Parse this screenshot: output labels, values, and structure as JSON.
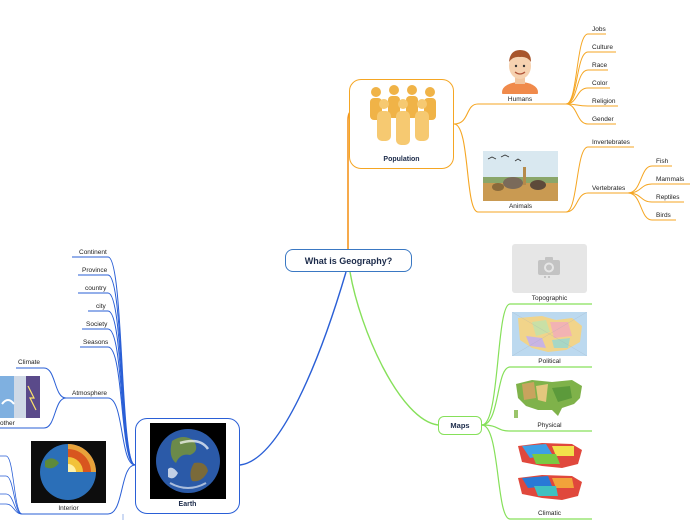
{
  "root": {
    "label": "What is Geography?"
  },
  "population": {
    "label": "Population",
    "humans": {
      "label": "Humans",
      "items": [
        "Jobs",
        "Culture",
        "Race",
        "Color",
        "Religion",
        "Gender"
      ]
    },
    "animals": {
      "label": "Animals",
      "invertebrates": "Invertebrates",
      "vertebrates": {
        "label": "Vertebrates",
        "items": [
          "Fish",
          "Mammals",
          "Reptiles",
          "Birds"
        ]
      }
    }
  },
  "maps": {
    "label": "Maps",
    "items": [
      "Topographic",
      "Political",
      "Physical",
      "Climatic"
    ]
  },
  "earth": {
    "label": "Earth",
    "items": [
      "Continent",
      "Province",
      "country",
      "city",
      "Society",
      "Seasons"
    ],
    "atmosphere": {
      "label": "Atmosphere",
      "climate": "Climate",
      "weather": "other"
    },
    "interior": "Interior"
  },
  "colors": {
    "root": "#3a78c3",
    "population": "#f5a623",
    "maps": "#86e05a",
    "earth": "#2a5fd6"
  }
}
